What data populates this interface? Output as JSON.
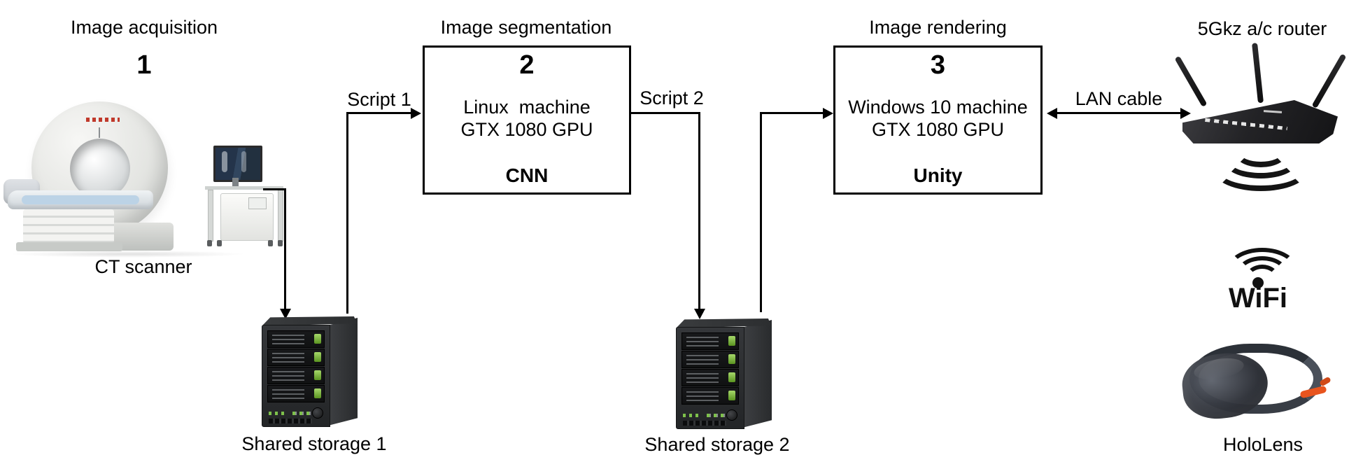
{
  "colors": {
    "ink": "#000000",
    "background": "#ffffff",
    "nas_body": "#2b2d2f",
    "led_green": "#7ec14b",
    "router_black": "#1a1a1c",
    "hololens_orange": "#e8541e",
    "scanner_blue": "#bcd3e6"
  },
  "acquisition": {
    "title": "Image acquisition",
    "number": "1",
    "caption": "CT scanner"
  },
  "segmentation": {
    "title": "Image segmentation",
    "number": "2",
    "machine": "Linux  machine",
    "gpu": "GTX 1080 GPU",
    "software": "CNN"
  },
  "rendering": {
    "title": "Image rendering",
    "number": "3",
    "machine": "Windows 10 machine",
    "gpu": "GTX 1080 GPU",
    "software": "Unity"
  },
  "router": {
    "title": "5Gkz a/c router"
  },
  "storage1": {
    "label": "Shared storage 1"
  },
  "storage2": {
    "label": "Shared storage 2"
  },
  "connections": {
    "script1": "Script 1",
    "script2": "Script 2",
    "lan": "LAN cable"
  },
  "wifi": {
    "label": "WiFi"
  },
  "hololens": {
    "label": "HoloLens"
  },
  "icons": {
    "ct_scanner": "ct-scanner-photo",
    "shared_storage": "nas-tower-icon",
    "router": "wireless-router-icon",
    "wifi": "wifi-logo",
    "hololens": "hololens-headset-photo"
  }
}
